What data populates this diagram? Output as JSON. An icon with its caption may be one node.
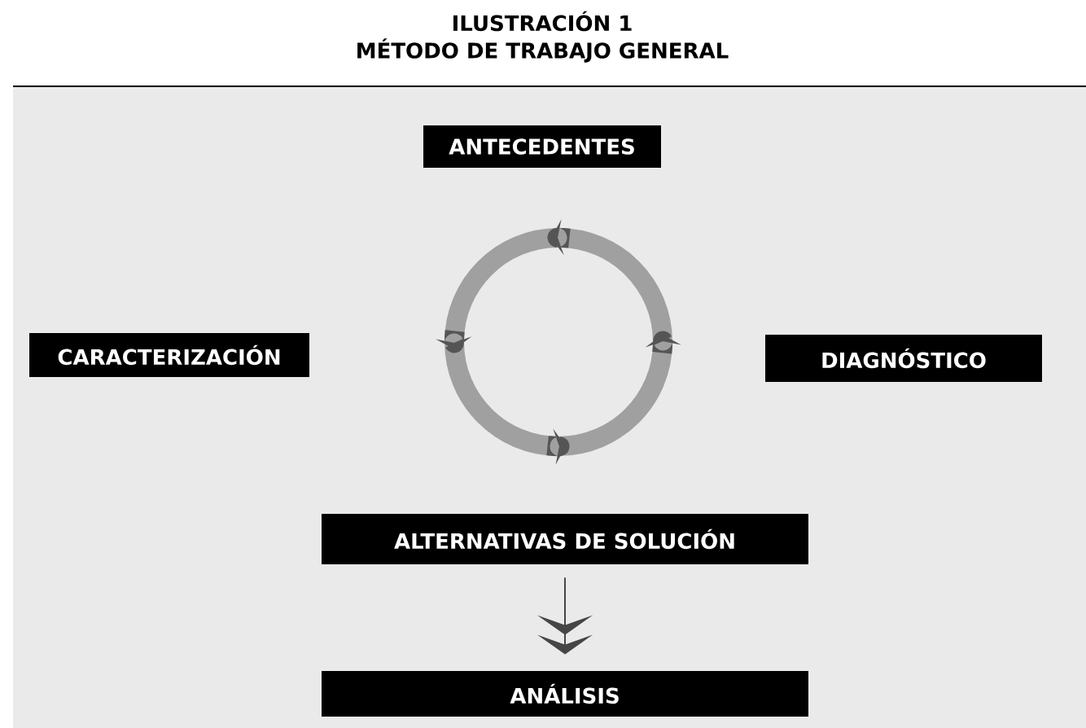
{
  "diagram": {
    "title": "ILUSTRACIÓN 1",
    "nodes": [
      {
        "text": [
          "ANTECEDENTES"
        ]
      },
      {
        "text": [
          "CARACTERIZACIÓN"
        ]
      },
      {
        "text": [],
        "shape": "circle"
      },
      {
        "text": [
          "DIAGNÓSTICO"
        ]
      },
      {
        "text": [
          "ALTERNATIVAS DE SOLUCIÓN"
        ]
      },
      {
        "text": [
          "ANÁLISIS"
        ]
      }
    ],
    "edges": [
      {
        "from": 4,
        "to": 5,
        "arrow": "to"
      }
    ],
    "labels": [
      "MÉTODO DE TRABAJO GENERAL"
    ]
  }
}
